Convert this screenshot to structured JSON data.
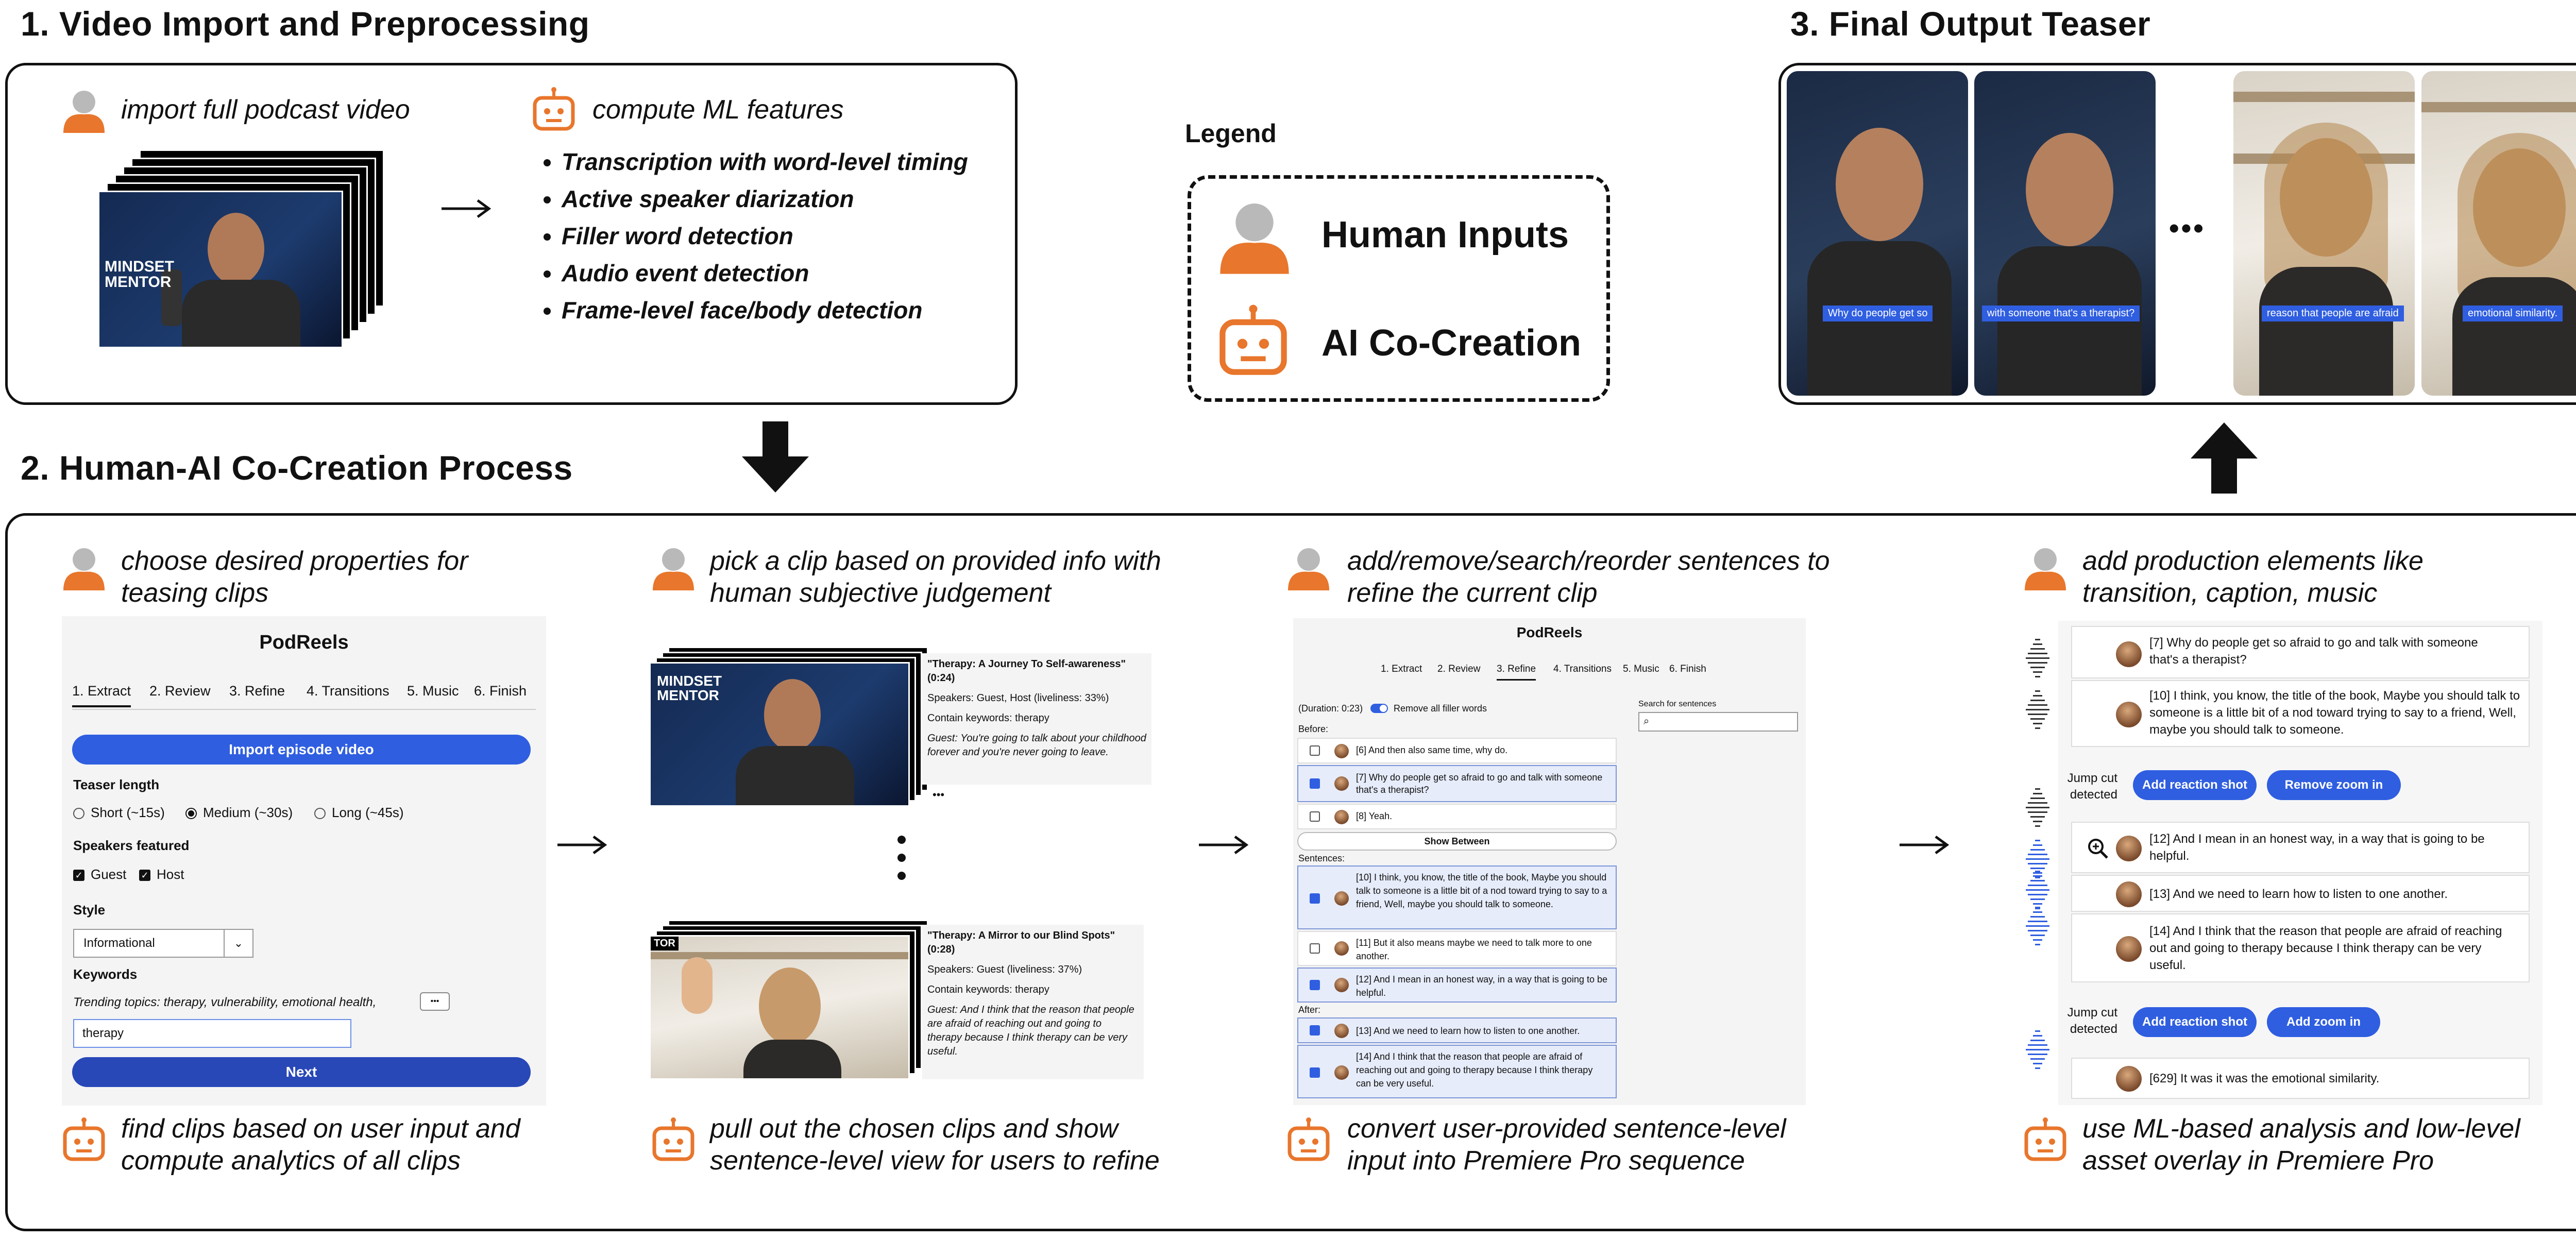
{
  "section1": {
    "title": "1. Video Import and Preprocessing",
    "human_label": "import full podcast video",
    "ai_label": "compute ML features",
    "thumb_text": "MINDSET MENTOR",
    "features": [
      "Transcription with word-level timing",
      "Active speaker diarization",
      "Filler word detection",
      "Audio event detection",
      "Frame-level face/body detection"
    ]
  },
  "legend": {
    "title": "Legend",
    "human": "Human Inputs",
    "ai": "AI Co-Creation"
  },
  "section3": {
    "title": "3. Final Output Teaser",
    "ellipsis": "•••",
    "captions": [
      "Why do people get so",
      "with someone that's a therapist?",
      "reason that people are afraid",
      "emotional similarity."
    ]
  },
  "section2": {
    "title": "2. Human-AI Co-Creation Process",
    "steps": [
      {
        "human": "choose desired properties for teasing clips",
        "ai": "find clips based on user input and compute analytics of all clips"
      },
      {
        "human": "pick a clip based on provided info with human subjective judgement",
        "ai": "pull out the chosen clips and show sentence-level view for users to refine"
      },
      {
        "human": "add/remove/search/reorder sentences to refine the current clip",
        "ai": "convert user-provided sentence-level input into Premiere Pro sequence"
      },
      {
        "human": "add production elements like transition, caption, music",
        "ai": "use ML-based analysis and low-level asset overlay in Premiere Pro"
      }
    ]
  },
  "ui1": {
    "app": "PodReels",
    "tabs": [
      "1. Extract",
      "2. Review",
      "3. Refine",
      "4. Transitions",
      "5. Music",
      "6. Finish"
    ],
    "import_btn": "Import episode video",
    "teaser_length": "Teaser length",
    "lengths": [
      "Short (~15s)",
      "Medium (~30s)",
      "Long (~45s)"
    ],
    "speakers_featured": "Speakers featured",
    "speakers": [
      "Guest",
      "Host"
    ],
    "style_label": "Style",
    "style_value": "Informational",
    "keywords_label": "Keywords",
    "trending": "Trending topics: therapy, vulnerability, emotional health,",
    "more": "•••",
    "keyword_value": "therapy",
    "next_btn": "Next"
  },
  "ui2": {
    "clips": [
      {
        "title": "\"Therapy: A Journey To Self-awareness\" (0:24)",
        "speakers": "Speakers: Guest, Host (liveliness: 33%)",
        "keywords": "Contain keywords: therapy",
        "quote": "Guest: You're going to talk about your childhood forever and you're never going to leave."
      },
      {
        "title": "\"Therapy: A Mirror to our Blind Spots\" (0:28)",
        "speakers": "Speakers: Guest (liveliness: 37%)",
        "keywords": "Contain keywords: therapy",
        "quote": "Guest: And I think that the reason that people are afraid of reaching out and going to therapy because I think therapy can be very useful."
      }
    ],
    "ellipsis": "•••",
    "thumb_text": "MINDSET MENTOR",
    "thumb_text2": "TOR"
  },
  "ui3": {
    "app": "PodReels",
    "tabs": [
      "1. Extract",
      "2. Review",
      "3. Refine",
      "4. Transitions",
      "5. Music",
      "6. Finish"
    ],
    "duration": "(Duration: 0:23)",
    "remove_filler": "Remove all filler words",
    "search_label": "Search for sentences",
    "before": "Before:",
    "sentences_label": "Sentences:",
    "after": "After:",
    "show_between": "Show Between",
    "before_rows": [
      {
        "text": "[6] And then also same time, why do.",
        "checked": false
      },
      {
        "text": "[7] Why do people get so afraid to go and talk with someone that's a therapist?",
        "checked": true
      },
      {
        "text": "[8] Yeah.",
        "checked": false
      }
    ],
    "sentence_rows": [
      {
        "text": "[10] I think, you know, the title of the book, Maybe you should talk to someone is a little bit of a nod toward trying to say to a friend, Well, maybe you should talk to someone.",
        "checked": true
      },
      {
        "text": "[11] But it also means maybe we need to talk more to one another.",
        "checked": false
      },
      {
        "text": "[12] And I mean in an honest way, in a way that is going to be helpful.",
        "checked": true
      }
    ],
    "after_rows": [
      {
        "text": "[13] And we need to learn how to listen to one another.",
        "checked": true
      },
      {
        "text": "[14] And I think that the reason that people are afraid of reaching out and going to therapy because I think therapy can be very useful.",
        "checked": true
      }
    ]
  },
  "ui4": {
    "rows": [
      "[7] Why do people get so afraid to go and talk with someone that's a therapist?",
      "[10] I think, you know, the title of the book, Maybe you should talk to someone is a little bit of a nod toward trying to say to a friend, Well, maybe you should talk to someone.",
      "[12] And I mean in an honest way, in a way that is going to be helpful.",
      "[13] And we need to learn how to listen to one another.",
      "[14] And I think that the reason that people are afraid of reaching out and going to therapy because I think therapy can be very useful.",
      "[629] It was it was the emotional similarity."
    ],
    "jump1": "Jump cut detected",
    "jump2": "Jump cut detected",
    "btn_reaction": "Add reaction shot",
    "btn_remove_zoom": "Remove zoom in",
    "btn_add_zoom": "Add zoom in"
  },
  "colors": {
    "orange": "#e8762c",
    "blue": "#2f5ee0",
    "human_gray": "#b9b9b9"
  }
}
